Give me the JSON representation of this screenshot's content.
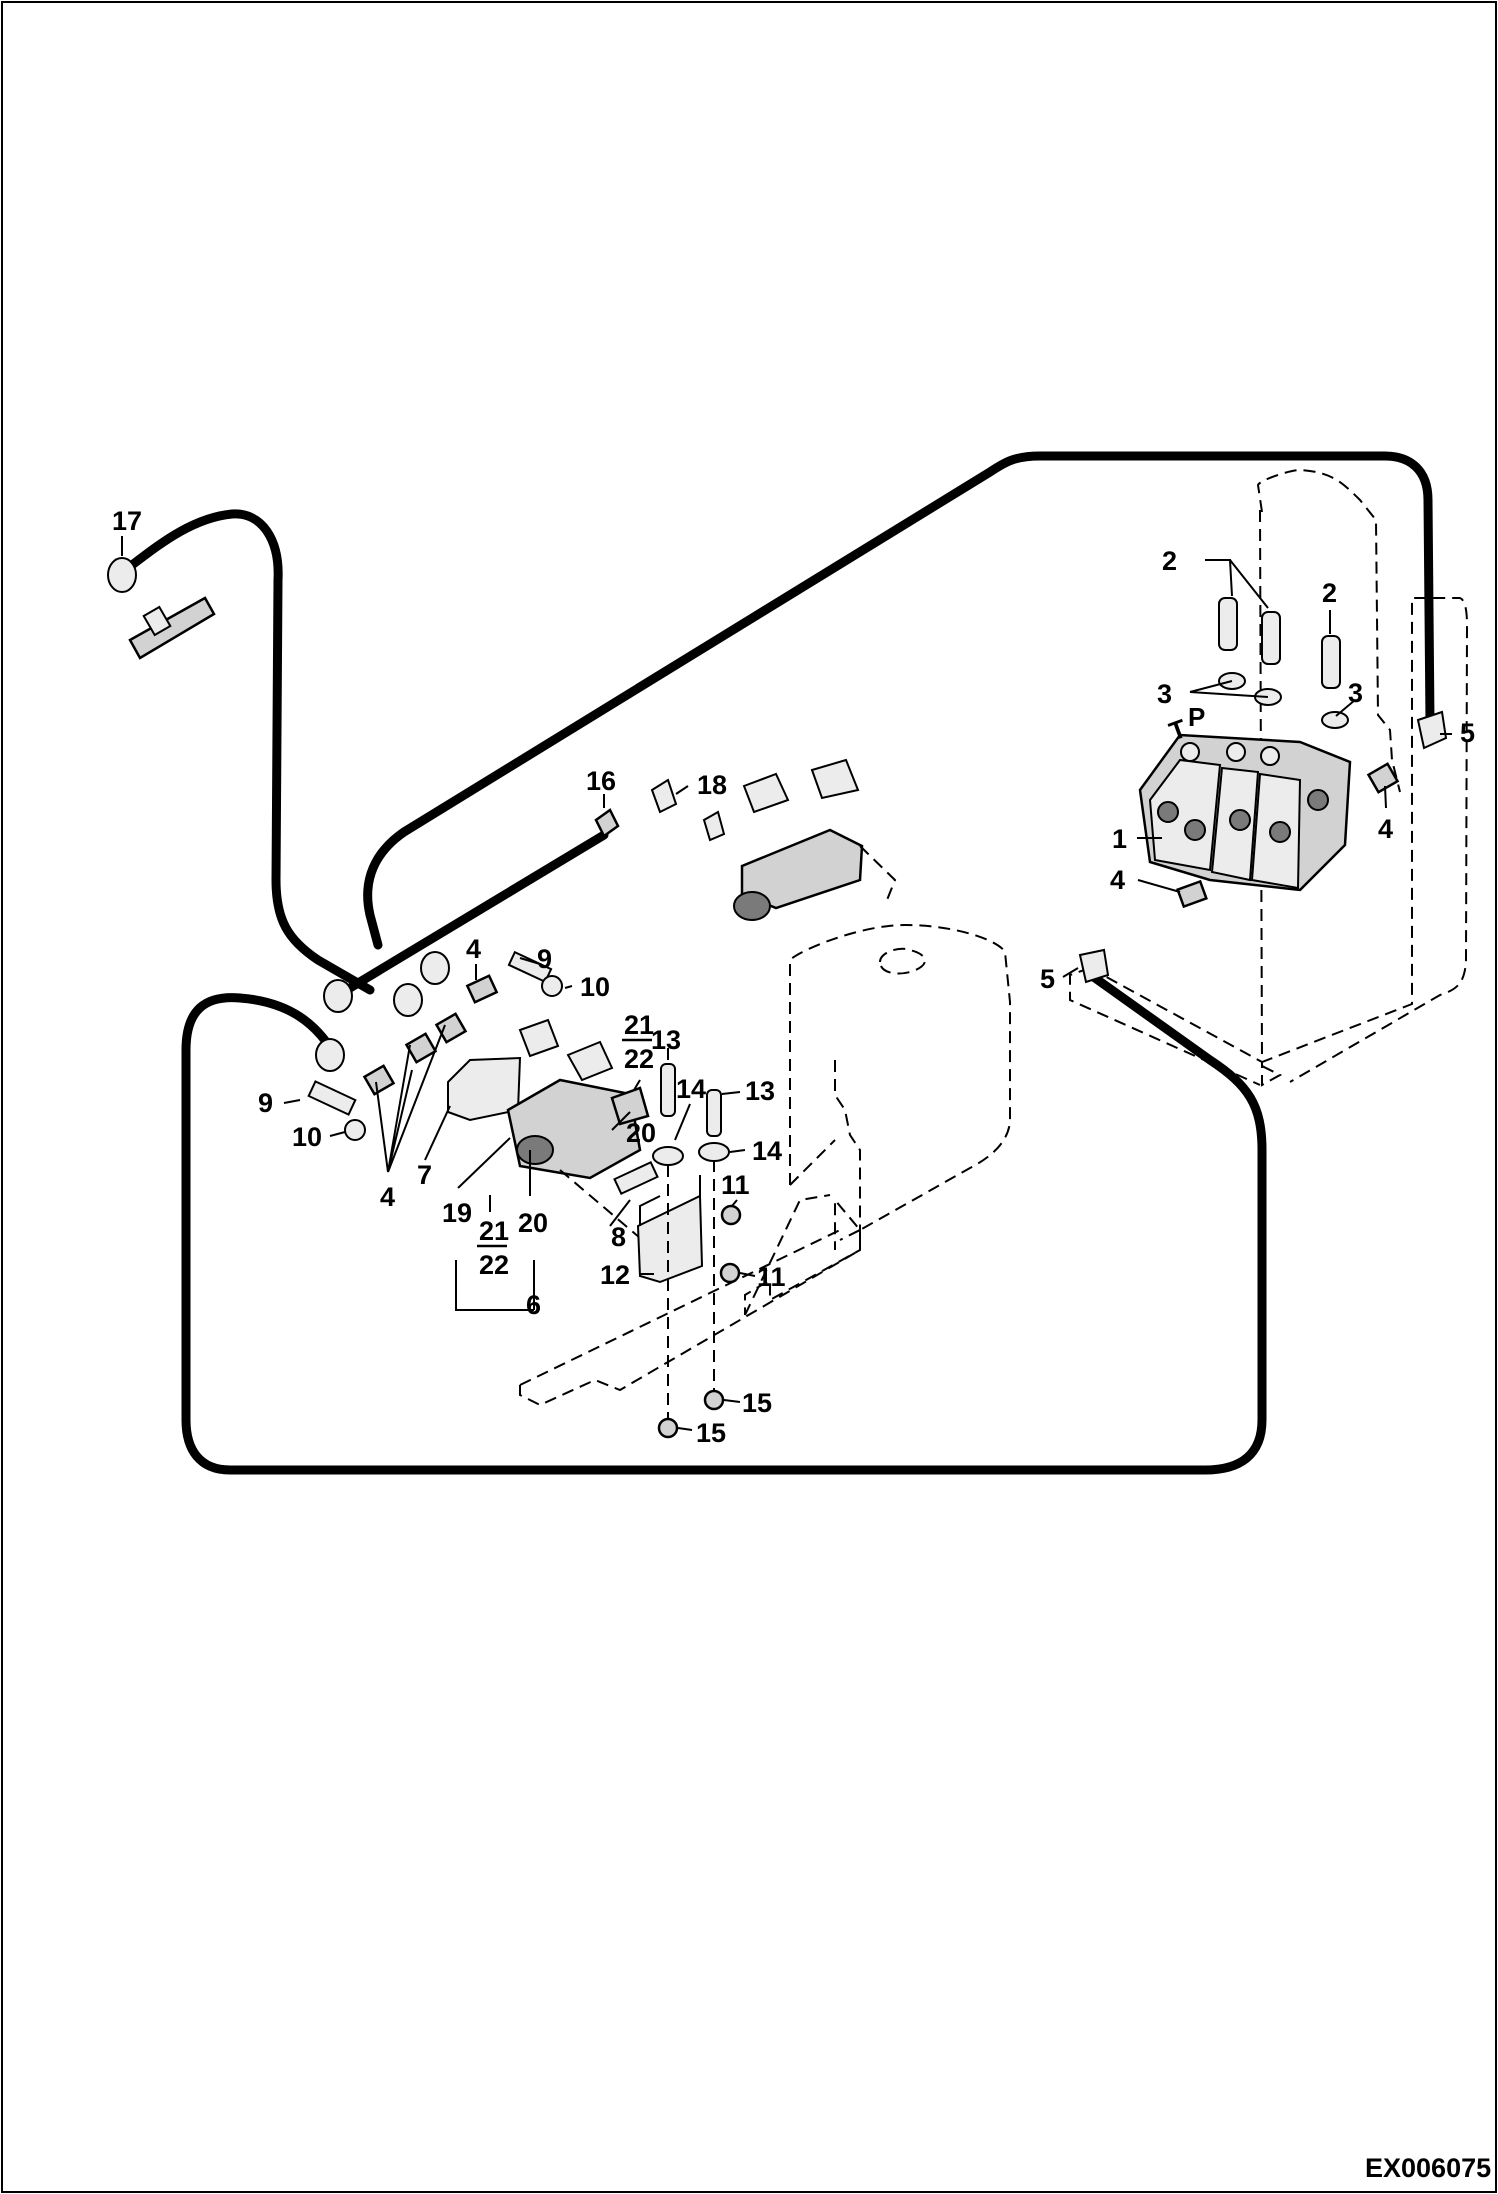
{
  "drawing_code": "EX006075",
  "port_labels": {
    "p": "P",
    "t": "T"
  },
  "callouts": {
    "c1": "1",
    "c2a": "2",
    "c2b": "2",
    "c3a": "3",
    "c3b": "3",
    "c4a": "4",
    "c4b": "4",
    "c4c": "4",
    "c4d": "4",
    "c5a": "5",
    "c5b": "5",
    "c6": "6",
    "c7": "7",
    "c8": "8",
    "c9a": "9",
    "c9b": "9",
    "c10a": "10",
    "c10b": "10",
    "c11a": "11",
    "c11b": "11",
    "c12": "12",
    "c13a": "13",
    "c13b": "13",
    "c14a": "14",
    "c14b": "14",
    "c15a": "15",
    "c15b": "15",
    "c16": "16",
    "c17": "17",
    "c18": "18",
    "c19": "19",
    "c20a": "20",
    "c20b": "20",
    "f21a": "21",
    "f22a": "22",
    "f21b": "21",
    "f22b": "22"
  }
}
